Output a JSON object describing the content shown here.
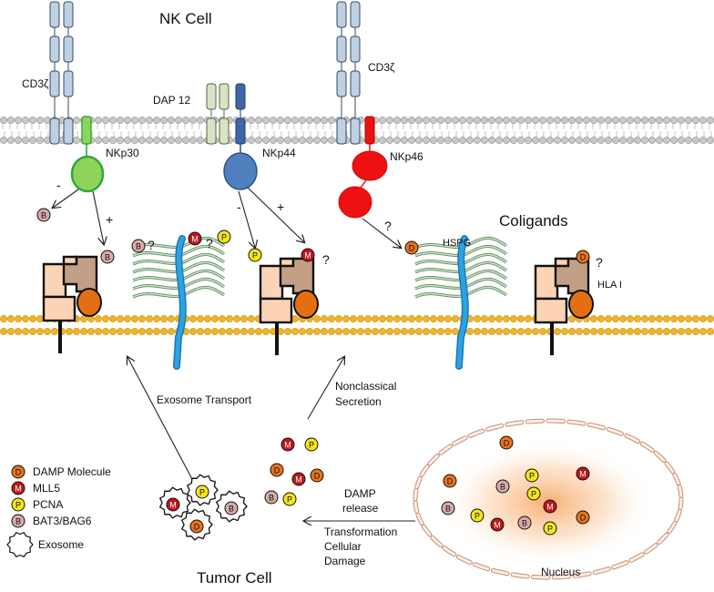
{
  "labels": {
    "nk_cell": "NK Cell",
    "cd3_left": "CD3ζ",
    "cd3_right": "CD3ζ",
    "dap12": "DAP 12",
    "nkp30": "NKp30",
    "nkp44": "NKp44",
    "nkp46": "NKp46",
    "coligands": "Coligands",
    "hspg": "HSPG",
    "hla": "HLA I",
    "exosome_transport": "Exosome Transport",
    "nonclassical_1": "Nonclassical",
    "nonclassical_2": "Secretion",
    "damp_release_1": "DAMP",
    "damp_release_2": "release",
    "transformation": "Transformation",
    "cellular": "Cellular",
    "damage": "Damage",
    "nucleus": "Nucleus",
    "tumor_cell": "Tumor Cell"
  },
  "signs": {
    "minus": "-",
    "plus": "+",
    "question": "?"
  },
  "legend": [
    {
      "letter": "D",
      "label": "DAMP Molecule",
      "color": "#e8731c"
    },
    {
      "letter": "M",
      "label": "MLL5",
      "color": "#c0171b"
    },
    {
      "letter": "P",
      "label": "PCNA",
      "color": "#f5e61a"
    },
    {
      "letter": "B",
      "label": "BAT3/BAG6",
      "color": "#d8aaa8"
    },
    {
      "letter": "",
      "label": "Exosome",
      "color": "#ffffff"
    }
  ],
  "colors": {
    "nkp30": "#8fd45a",
    "nkp30_stroke": "#2fa83a",
    "nkp44": "#4f7fbe",
    "nkp46": "#ee1111",
    "cd3": "#bcd0e6",
    "dap12": "#d9e3c3",
    "lipid": "#f1b423",
    "membrane_top": "#bdbdbd",
    "hspg_core": "#2ca3e0",
    "hspg_strand": "#9bc89b",
    "nucleus_glow": "#f7a664"
  }
}
